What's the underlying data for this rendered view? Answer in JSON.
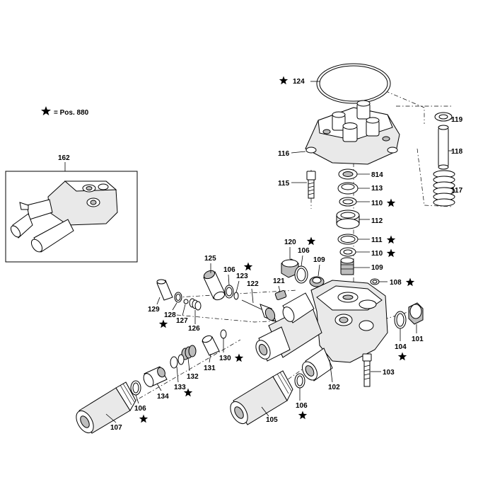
{
  "legend": {
    "text": "= Pos. 880"
  },
  "inset_label": "162",
  "parts": [
    {
      "id": "p124",
      "num": "124",
      "star": true
    },
    {
      "id": "p119",
      "num": "119",
      "star": false
    },
    {
      "id": "p118",
      "num": "118",
      "star": false
    },
    {
      "id": "p117",
      "num": "117",
      "star": false
    },
    {
      "id": "p116",
      "num": "116",
      "star": false
    },
    {
      "id": "p115",
      "num": "115",
      "star": false
    },
    {
      "id": "p814",
      "num": "814",
      "star": false
    },
    {
      "id": "p113",
      "num": "113",
      "star": false
    },
    {
      "id": "p110a",
      "num": "110",
      "star": true
    },
    {
      "id": "p112",
      "num": "112",
      "star": false
    },
    {
      "id": "p111",
      "num": "111",
      "star": true
    },
    {
      "id": "p110b",
      "num": "110",
      "star": true
    },
    {
      "id": "p120",
      "num": "120",
      "star": true
    },
    {
      "id": "p106a",
      "num": "106",
      "star": false
    },
    {
      "id": "p109a",
      "num": "109",
      "star": false
    },
    {
      "id": "p109b",
      "num": "109",
      "star": false
    },
    {
      "id": "p108",
      "num": "108",
      "star": true
    },
    {
      "id": "p125",
      "num": "125",
      "star": false
    },
    {
      "id": "p106b",
      "num": "106",
      "star": false
    },
    {
      "id": "p123",
      "num": "123",
      "star": true
    },
    {
      "id": "p122",
      "num": "122",
      "star": false
    },
    {
      "id": "p121",
      "num": "121",
      "star": false
    },
    {
      "id": "p129",
      "num": "129",
      "star": false
    },
    {
      "id": "p128",
      "num": "128",
      "star": true
    },
    {
      "id": "p127",
      "num": "127",
      "star": false
    },
    {
      "id": "p126",
      "num": "126",
      "star": false
    },
    {
      "id": "p130",
      "num": "130",
      "star": true
    },
    {
      "id": "p131",
      "num": "131",
      "star": false
    },
    {
      "id": "p132",
      "num": "132",
      "star": false
    },
    {
      "id": "p133",
      "num": "133",
      "star": true
    },
    {
      "id": "p134",
      "num": "134",
      "star": false
    },
    {
      "id": "p106c",
      "num": "106",
      "star": true
    },
    {
      "id": "p107",
      "num": "107",
      "star": false
    },
    {
      "id": "p105",
      "num": "105",
      "star": false
    },
    {
      "id": "p106d",
      "num": "106",
      "star": true
    },
    {
      "id": "p102",
      "num": "102",
      "star": false
    },
    {
      "id": "p103",
      "num": "103",
      "star": false
    },
    {
      "id": "p104",
      "num": "104",
      "star": true
    },
    {
      "id": "p101",
      "num": "101",
      "star": false
    }
  ]
}
